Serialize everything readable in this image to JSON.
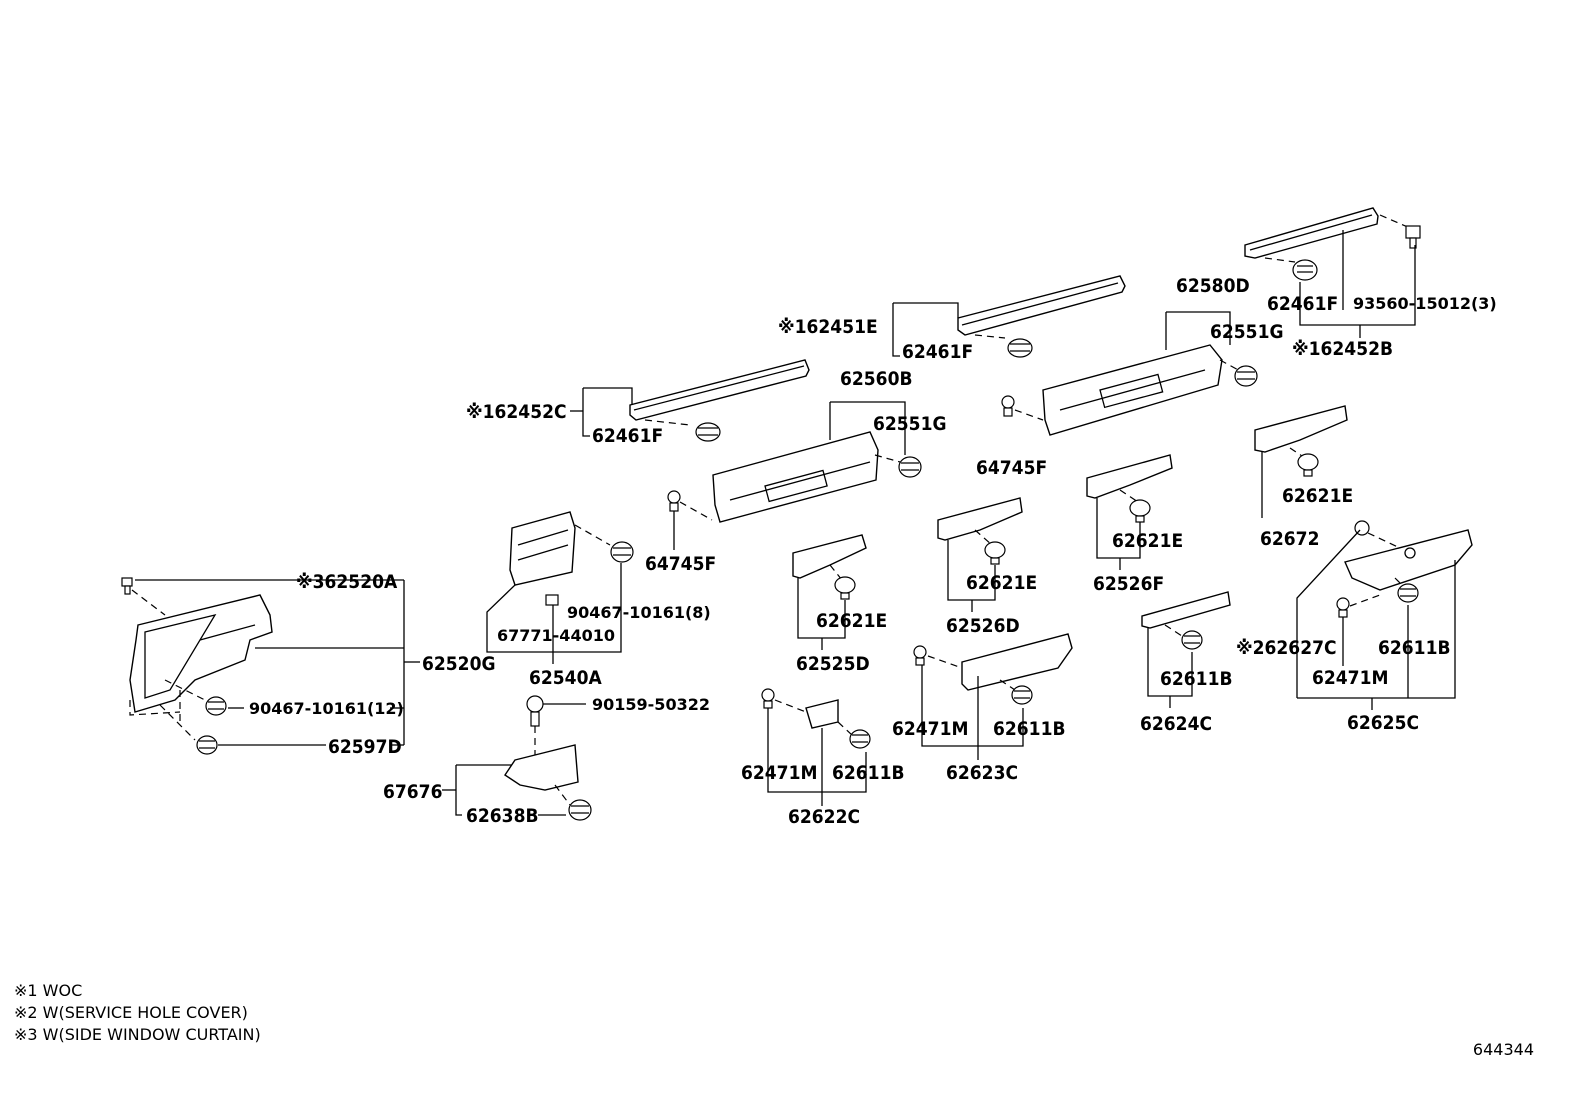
{
  "labels": {
    "p62452C": "※162452C",
    "p62461F_a": "62461F",
    "p62451E": "※162451E",
    "p62461F_b": "62461F",
    "p62580D": "62580D",
    "p62551G_a": "62551G",
    "p62461F_c": "62461F",
    "p93560": "93560-15012(3)",
    "p62452B": "※162452B",
    "p62560B": "62560B",
    "p62551G_b": "62551G",
    "p64745F_a": "64745F",
    "p64745F_b": "64745F",
    "p62621E_a": "62621E",
    "p62672": "62672",
    "p62621E_b": "62621E",
    "p62526F": "62526F",
    "p62621E_c": "62621E",
    "p62526D": "62526D",
    "p62621E_d": "62621E",
    "p62525D": "62525D",
    "p62520A": "※362520A",
    "p90467_8": "90467-10161(8)",
    "p67771": "67771-44010",
    "p62540A": "62540A",
    "p62520G": "62520G",
    "p90467_12": "90467-10161(12)",
    "p62597D": "62597D",
    "p90159": "90159-50322",
    "p67676": "67676",
    "p62638B": "62638B",
    "p62471M_a": "62471M",
    "p62611B_a": "62611B",
    "p62622C": "62622C",
    "p62471M_b": "62471M",
    "p62611B_b": "62611B",
    "p62623C": "62623C",
    "p62611B_c": "62611B",
    "p62624C": "62624C",
    "p62627C": "※262627C",
    "p62611B_d": "62611B",
    "p62471M_c": "62471M",
    "p62625C": "62625C"
  },
  "notes": [
    "※1 WOC",
    "※2 W(SERVICE HOLE COVER)",
    "※3 W(SIDE WINDOW CURTAIN)"
  ],
  "diagram_code": "644344"
}
